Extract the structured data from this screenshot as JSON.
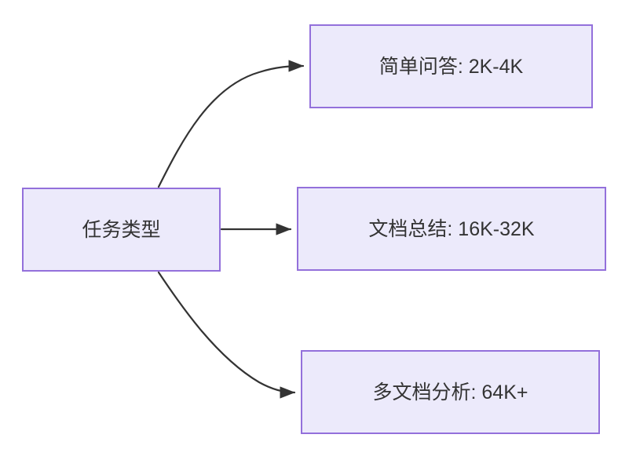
{
  "diagram": {
    "type": "flowchart",
    "direction": "left-to-right",
    "background_color": "#ffffff",
    "node_fill_color": "#ECEAFB",
    "node_border_color": "#9370DB",
    "edge_color": "#333333",
    "text_color": "#333333",
    "source_node": {
      "id": "task-type",
      "label": "任务类型"
    },
    "target_nodes": [
      {
        "id": "simple-qa",
        "label": "简单问答: 2K-4K"
      },
      {
        "id": "doc-summary",
        "label": "文档总结: 16K-32K"
      },
      {
        "id": "multi-doc",
        "label": "多文档分析: 64K+"
      }
    ],
    "edges": [
      {
        "id": "edge-to-simple-qa",
        "from": "task-type",
        "to": "simple-qa",
        "label": "",
        "style": "curved",
        "arrowhead": "triangle"
      },
      {
        "id": "edge-to-doc-summary",
        "from": "task-type",
        "to": "doc-summary",
        "label": "",
        "style": "straight",
        "arrowhead": "triangle"
      },
      {
        "id": "edge-to-multi-doc",
        "from": "task-type",
        "to": "multi-doc",
        "label": "",
        "style": "curved",
        "arrowhead": "triangle"
      }
    ]
  }
}
